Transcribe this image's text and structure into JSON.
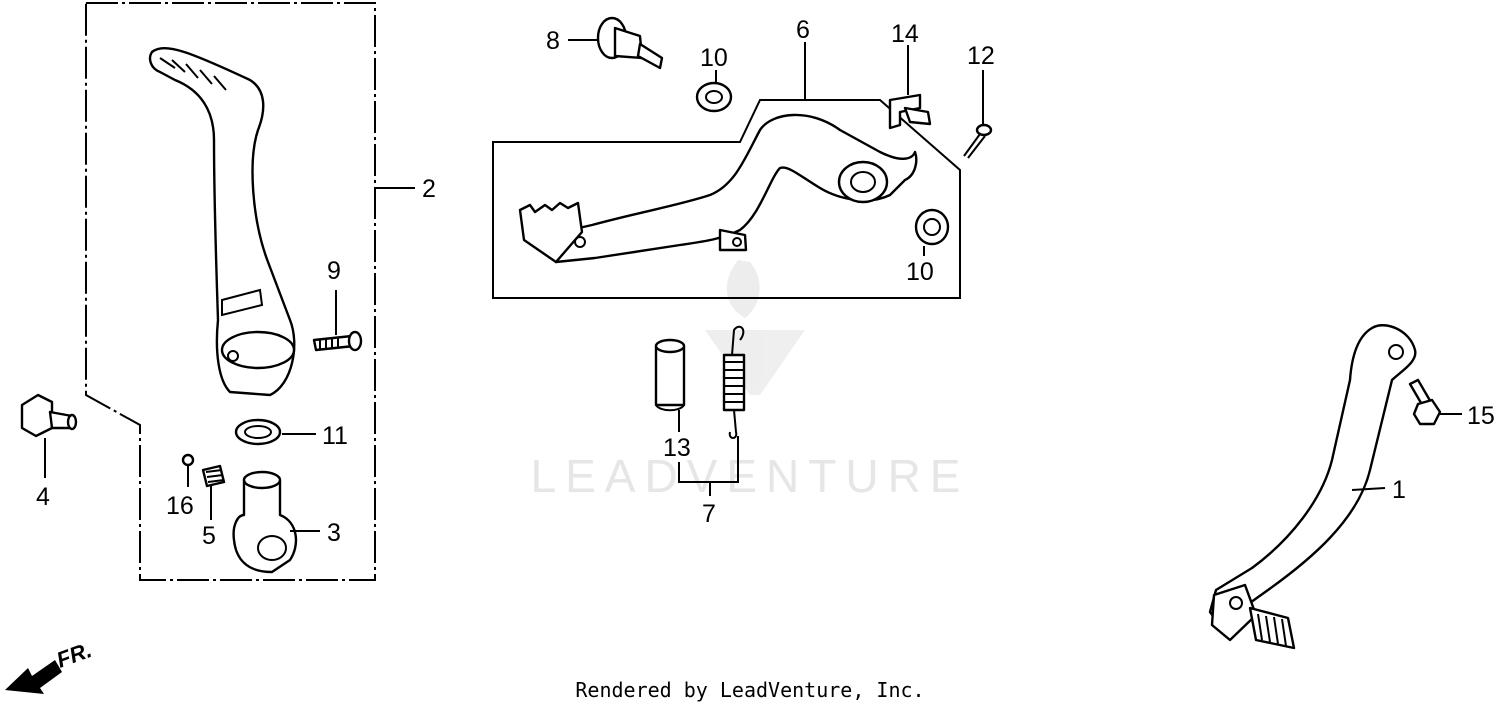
{
  "diagram": {
    "footer_text": "Rendered by LeadVenture, Inc.",
    "watermark_text": "LEADVENTURE",
    "direction_label": "FR.",
    "callouts": {
      "c1": "1",
      "c2": "2",
      "c3": "3",
      "c4": "4",
      "c5": "5",
      "c6": "6",
      "c7": "7",
      "c8": "8",
      "c9": "9",
      "c10a": "10",
      "c10b": "10",
      "c11": "11",
      "c12": "12",
      "c13": "13",
      "c14": "14",
      "c15": "15",
      "c16": "16"
    },
    "colors": {
      "line": "#000000",
      "background": "#ffffff",
      "watermark": "#e6e6e6"
    }
  }
}
